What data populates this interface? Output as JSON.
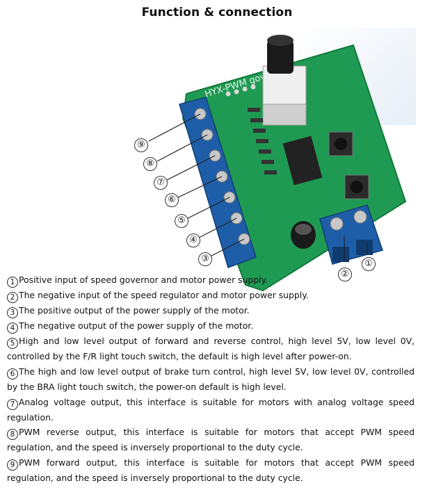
{
  "title": "Function & connection",
  "board": {
    "silkscreen": "HYX-PWM governor"
  },
  "callouts": [
    "①",
    "②",
    "③",
    "④",
    "⑤",
    "⑥",
    "⑦",
    "⑧",
    "⑨"
  ],
  "items": [
    {
      "mark": "1",
      "text": "Positive input of speed governor and motor power supply."
    },
    {
      "mark": "2",
      "text": "The negative input of the speed regulator and motor power supply."
    },
    {
      "mark": "3",
      "text": "The positive output of the power supply of the motor."
    },
    {
      "mark": "4",
      "text": "The negative output of the power supply of the motor."
    },
    {
      "mark": "5",
      "text": "High and low level output of forward and reverse control, high level 5V, low level 0V, controlled by the F/R light touch switch, the default is high level after power-on."
    },
    {
      "mark": "6",
      "text": "The high and low level output of brake turn control, high level 5V, low level 0V, controlled by the BRA light touch switch, the power-on default is high level."
    },
    {
      "mark": "7",
      "text": "Analog voltage output, this interface is suitable for motors with analog voltage speed regulation."
    },
    {
      "mark": "8",
      "text": "PWM reverse output, this interface is suitable for motors that accept PWM speed regulation, and the speed is inversely proportional to the duty cycle."
    },
    {
      "mark": "9",
      "text": "PWM forward output, this interface is suitable for motors that accept PWM speed regulation, and the speed is inversely proportional to the duty cycle."
    }
  ],
  "colors": {
    "pcb": "#1f9a52",
    "terminal": "#1e5ea8",
    "knob": "#1a1a1a",
    "ic": "#222222"
  }
}
